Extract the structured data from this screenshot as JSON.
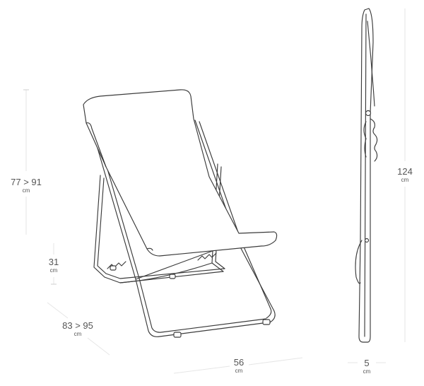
{
  "dimensions": {
    "seat_back_height": {
      "value": "77 > 91",
      "unit": "cm"
    },
    "seat_height": {
      "value": "31",
      "unit": "cm"
    },
    "depth": {
      "value": "83 > 95",
      "unit": "cm"
    },
    "width": {
      "value": "56",
      "unit": "cm"
    },
    "folded_height": {
      "value": "124",
      "unit": "cm"
    },
    "folded_thickness": {
      "value": "5",
      "unit": "cm"
    }
  }
}
